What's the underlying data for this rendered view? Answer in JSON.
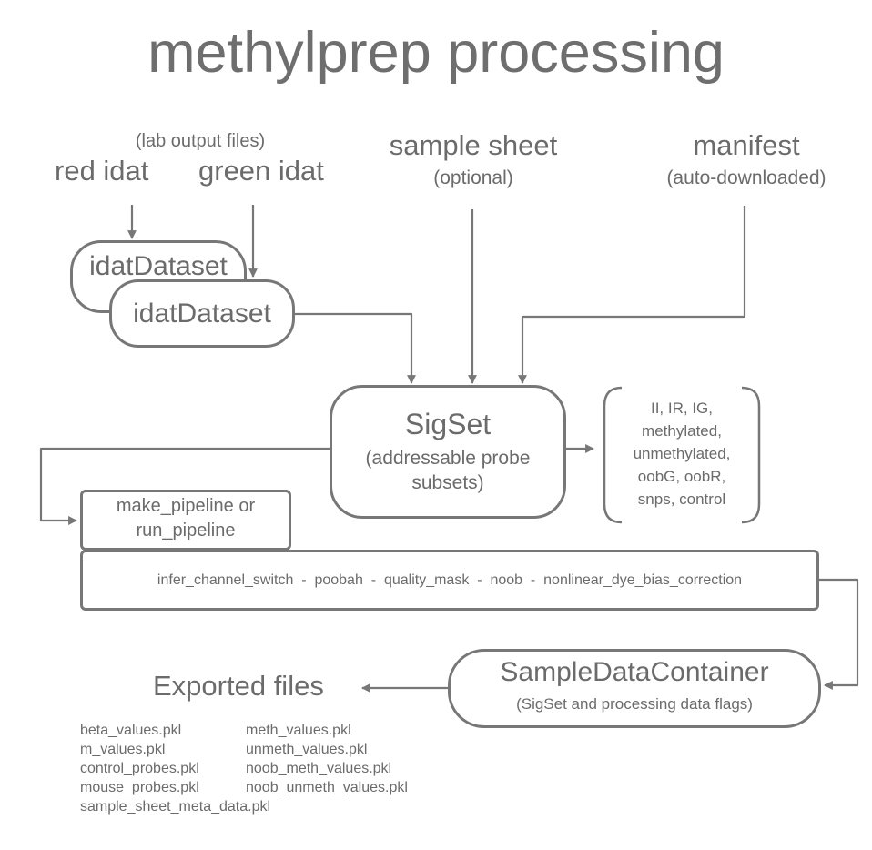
{
  "title": "methylprep processing",
  "inputs": {
    "lab_output_note": "(lab output files)",
    "red_idat": "red idat",
    "green_idat": "green idat",
    "sample_sheet": "sample sheet",
    "sample_sheet_note": "(optional)",
    "manifest": "manifest",
    "manifest_note": "(auto-downloaded)"
  },
  "nodes": {
    "idat_dataset_1": "idatDataset",
    "idat_dataset_2": "idatDataset",
    "sigset_title": "SigSet",
    "sigset_line1": "(addressable probe",
    "sigset_line2": "subsets)",
    "subsets": [
      "II, IR, IG,",
      "methylated,",
      "unmethylated,",
      "oobG, oobR,",
      "snps, control"
    ],
    "pipeline_line1": "make_pipeline or",
    "pipeline_line2": "run_pipeline",
    "steps": "infer_channel_switch  -  poobah  -  quality_mask  -  noob  -  nonlinear_dye_bias_correction",
    "container_title": "SampleDataContainer",
    "container_note": "(SigSet and processing data flags)"
  },
  "exports": {
    "title": "Exported files",
    "left_files": [
      "beta_values.pkl",
      "m_values.pkl",
      "control_probes.pkl",
      "mouse_probes.pkl",
      "sample_sheet_meta_data.pkl"
    ],
    "right_files": [
      "meth_values.pkl",
      "unmeth_values.pkl",
      "noob_meth_values.pkl",
      "noob_unmeth_values.pkl"
    ]
  }
}
